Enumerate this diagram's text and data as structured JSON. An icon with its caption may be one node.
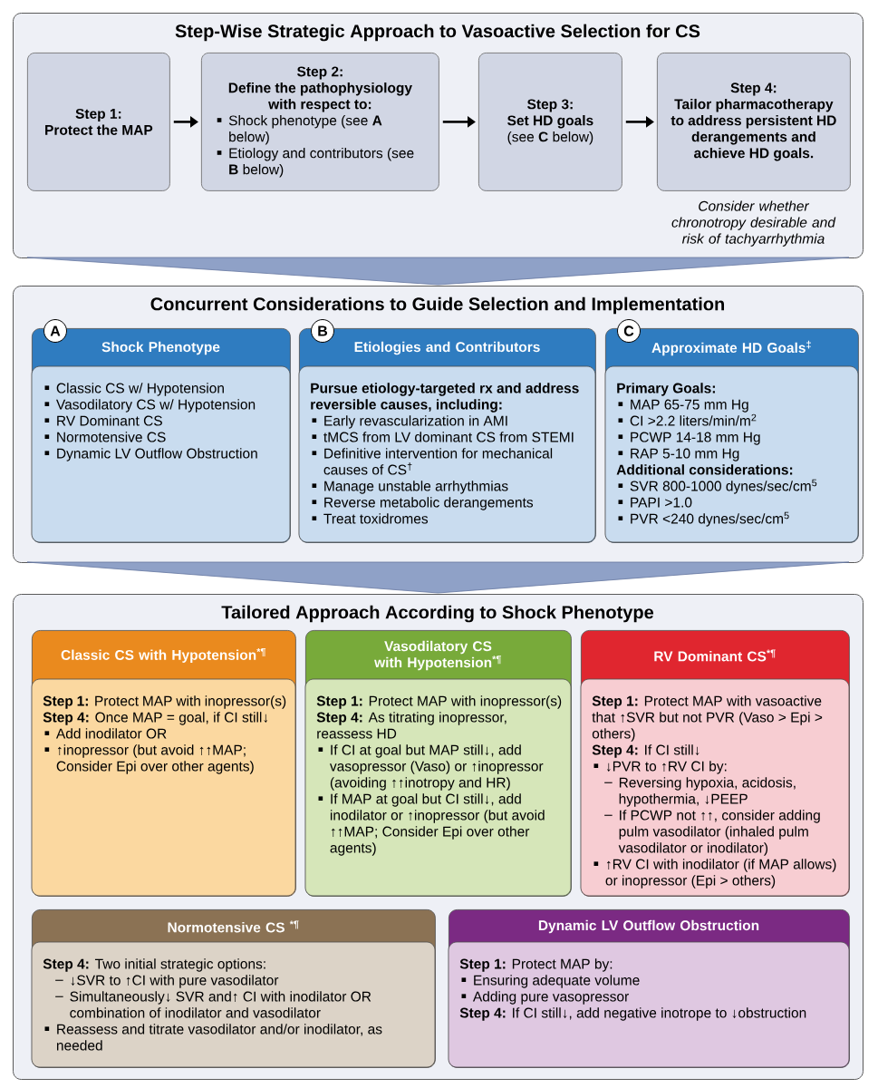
{
  "diagram": {
    "nodes": [
      {
        "text": [
          "Step-Wise Strategic Approach to Vasoactive Selection for CS"
        ]
      },
      {
        "text": [
          "Step 1:",
          "Protect the MAP"
        ],
        "in": 0
      },
      {
        "text": [
          "Step 2:",
          "Define the pathophysiology with respect to:",
          "Shock phenotype (see **A** below)",
          "Etiology and contributors (see **B** below)"
        ],
        "in": 0
      },
      {
        "text": [
          "Step 3:",
          "Set HD goals",
          "(see **C** below)"
        ],
        "in": 0
      },
      {
        "text": [
          "Step 4:",
          "Tailor pharmacotherapy to address persistent HD derangements and achieve HD goals."
        ],
        "in": 0,
        "beside": [
          "Consider whether chronotropy desirable and risk of tachyarrhythmia"
        ]
      },
      {
        "text": [
          "Concurrent Considerations to Guide Selection and Implementation"
        ]
      },
      {
        "text": [
          "Shock Phenotype",
          "Classic CS w/ Hypotension",
          "Vasodilatory CS w/ Hypotension",
          "RV Dominant CS",
          "Normotensive CS",
          "Dynamic LV Outflow Obstruction"
        ],
        "in": 5
      },
      {
        "text": [
          "A"
        ],
        "in": 6
      },
      {
        "text": [
          "Etiologies and Contributors",
          "Pursue etiology-targeted rx and address reversible causes, including:",
          "Early revascularization in AMI",
          "tMCS from LV dominant CS from STEMI",
          "Definitive intervention for mechanical causes of CS$^{†}$",
          "Manage unstable arrhythmias",
          "Reverse metabolic derangements",
          "Treat toxidromes"
        ],
        "in": 5
      },
      {
        "text": [
          "B"
        ],
        "in": 8
      },
      {
        "text": [
          "Approximate HD Goals$^{‡}$",
          "Primary Goals:",
          "MAP 65-75 mm Hg",
          "CI >2.2 liters/min/m$^{2}$",
          "PCWP 14-18 mm Hg",
          "RAP 5-10 mm Hg",
          "Additional considerations:",
          "SVR 800-1000 dynes/sec/cm$^{5}$",
          "PAPI >1.0",
          "PVR <240 dynes/sec/cm$^{5}$"
        ],
        "in": 5
      },
      {
        "text": [
          "C"
        ],
        "in": 10
      },
      {
        "text": [
          "Tailored Approach According to Shock Phenotype"
        ]
      },
      {
        "text": [
          "Classic CS with Hypotension$^{*¶}$",
          "**Step 1:** Protect MAP with inopressor(s)",
          "**Step 4:** Once MAP = goal, if CI still↓",
          "Add inodilator OR",
          "↑inopressor (but avoid ↑↑MAP; Consider Epi over other agents)"
        ],
        "in": 12
      },
      {
        "text": [
          "Vasodilatory CS with Hypotension$^{*¶}$",
          "**Step 1:** Protect MAP with inopressor(s)",
          "**Step 4:** As titrating inopressor, reassess HD",
          "If CI at goal but MAP still↓, add vasopressor (Vaso) or ↑inopressor (avoiding ↑↑inotropy and HR)",
          "If MAP at goal but CI still↓, add inodilator or ↑inopressor (but avoid ↑↑MAP; Consider Epi over other agents)"
        ],
        "in": 12
      },
      {
        "text": [
          "RV Dominant CS$^{*¶}$",
          "**Step 1:** Protect MAP with vasoactive that ↑SVR but not PVR (Vaso > Epi > others)",
          "**Step 4:** If CI still↓",
          "↓PVR to ↑RV CI by:",
          "Reversing hypoxia, acidosis, hypothermia, ↓PEEP",
          "If PCWP not ↑↑, consider adding pulm vasodilator (inhaled pulm vasodilator or inodilator)",
          "↑RV CI with inodilator (if MAP allows) or inopressor (Epi > others)"
        ],
        "in": 12
      },
      {
        "text": [
          "Normotensive CS $^{*¶}$",
          "**Step 4:** Two initial strategic options:",
          "↓SVR to ↑CI with pure vasodilator",
          "Simultaneously↓ SVR and↑ CI with inodilator OR combination of inodilator and vasodilator",
          "Reassess and titrate vasodilator and/or inodilator, as needed"
        ],
        "in": 12
      },
      {
        "text": [
          "Dynamic LV Outflow Obstruction",
          "**Step 1:** Protect MAP by:",
          "Ensuring adequate volume",
          "Adding pure vasopressor",
          "**Step 4:** If CI still↓, add negative inotrope to ↓obstruction"
        ],
        "in": 12
      }
    ],
    "edges": [
      {
        "from": 1,
        "to": 2,
        "arrow": "to"
      },
      {
        "from": 2,
        "to": 3,
        "arrow": "to"
      },
      {
        "from": 3,
        "to": 4,
        "arrow": "to"
      },
      {
        "from": 0,
        "to": 5,
        "arrow": "to"
      },
      {
        "from": 5,
        "to": 12,
        "arrow": "to"
      }
    ]
  }
}
